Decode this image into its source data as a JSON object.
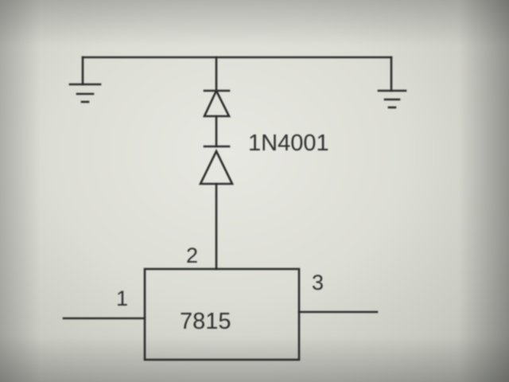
{
  "diode": {
    "part_number": "1N4001",
    "count": 2
  },
  "regulator": {
    "part_number": "7815",
    "pins": {
      "input": "1",
      "ground": "2",
      "output": "3"
    }
  },
  "ground_symbols": 2,
  "colors": {
    "ink": "#2c2d2c",
    "paper": "#dcddd5"
  }
}
